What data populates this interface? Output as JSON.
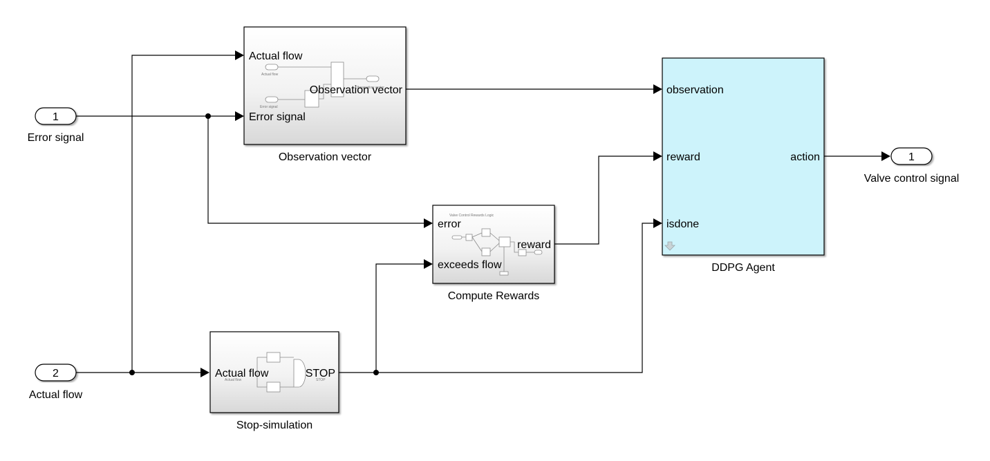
{
  "inports": [
    {
      "number": "1",
      "label": "Error signal"
    },
    {
      "number": "2",
      "label": "Actual flow"
    }
  ],
  "outports": [
    {
      "number": "1",
      "label": "Valve control signal"
    }
  ],
  "blocks": {
    "observation": {
      "name": "Observation vector",
      "inputs": [
        "Actual flow",
        "Error signal"
      ],
      "output": "Observation vector",
      "inner": {
        "in1": "Actual flow",
        "in2": "Error signal",
        "out": "Observation vector"
      }
    },
    "rewards": {
      "name": "Compute Rewards",
      "inputs": [
        "error",
        "exceeds flow"
      ],
      "output": "reward",
      "inner": {
        "title": "Valve Control Rewards Logic"
      }
    },
    "stop": {
      "name": "Stop-simulation",
      "input": "Actual flow",
      "output": "STOP",
      "inner": {
        "in": "Actual flow",
        "out": "STOP"
      }
    },
    "agent": {
      "name": "DDPG Agent",
      "inputs": [
        "observation",
        "reward",
        "isdone"
      ],
      "output": "action",
      "fill": "#cdf3fb"
    }
  }
}
